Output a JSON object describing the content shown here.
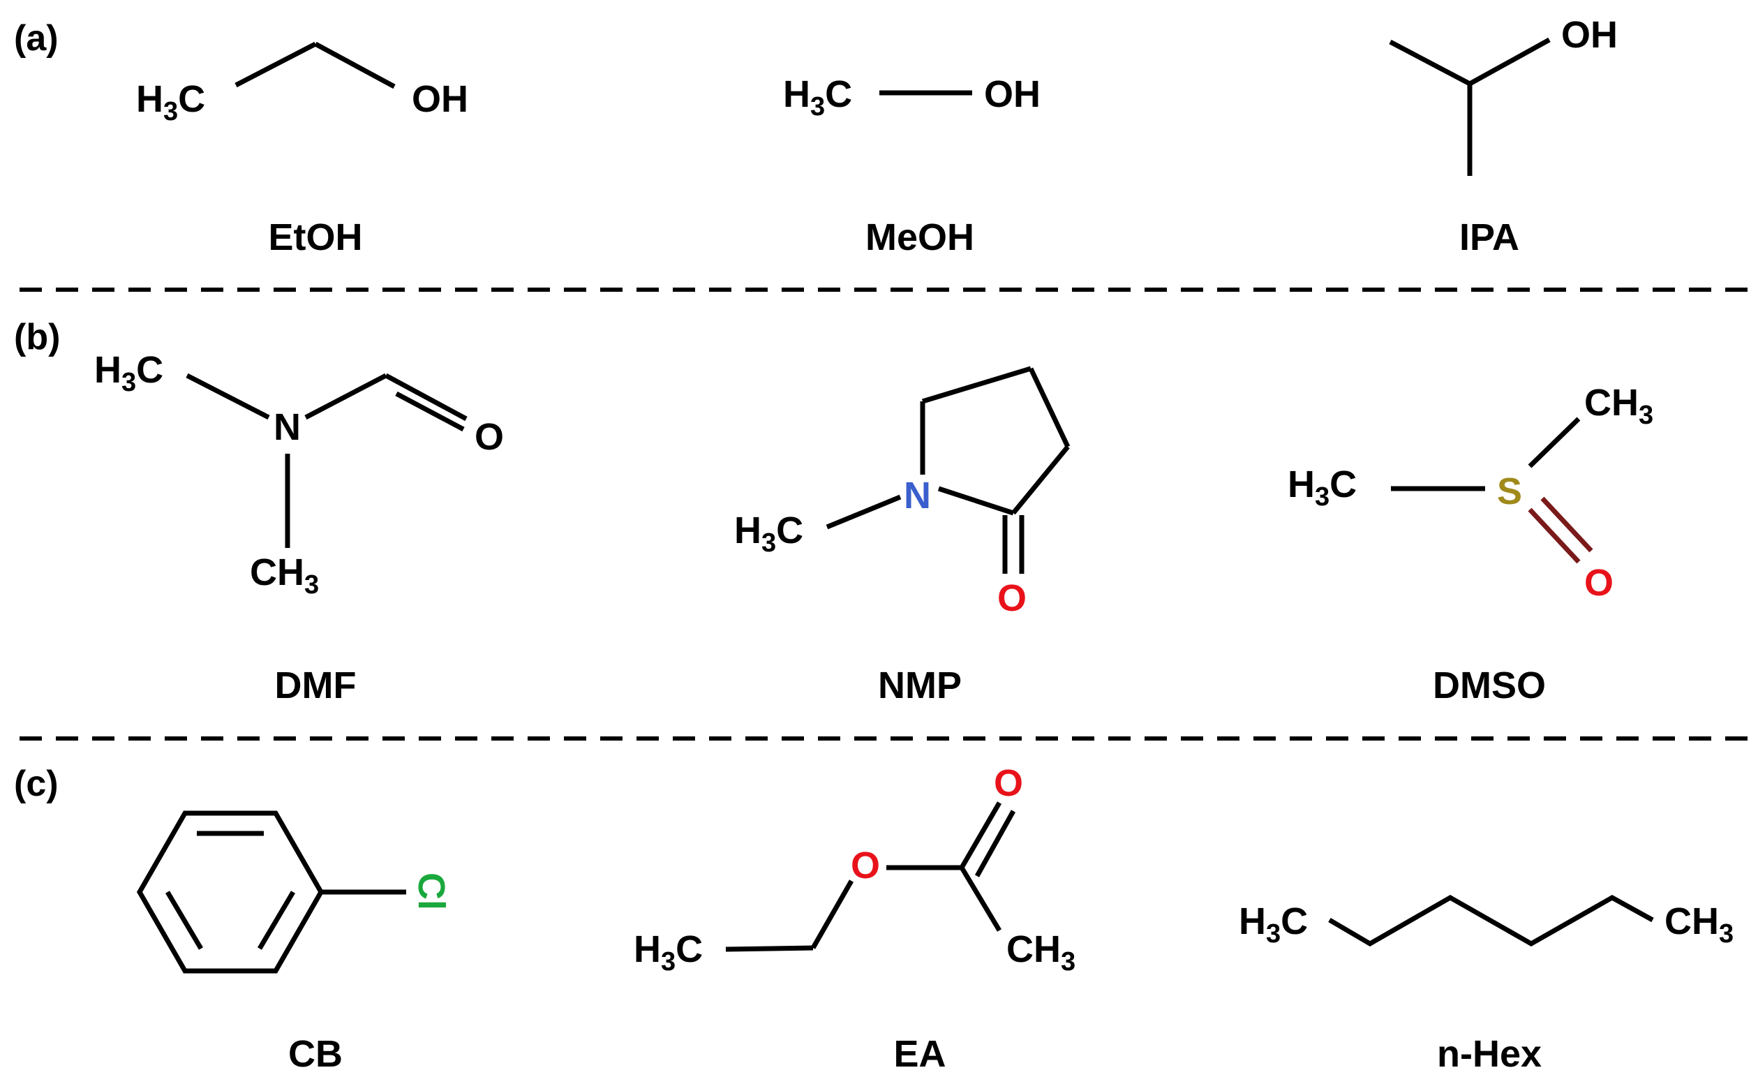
{
  "panels": {
    "a": "(a)",
    "b": "(b)",
    "c": "(c)"
  },
  "names": {
    "etoh": "EtOH",
    "meoh": "MeOH",
    "ipa": "IPA",
    "dmf": "DMF",
    "nmp": "NMP",
    "dmso": "DMSO",
    "cb": "CB",
    "ea": "EA",
    "nhex": "n-Hex"
  },
  "atoms": {
    "h": "H",
    "c": "C",
    "n": "N",
    "o": "O",
    "s": "S",
    "cl": "Cl",
    "oh": "OH",
    "sub3": "3"
  },
  "colors": {
    "nitrogen": "#3a5fcd",
    "oxygen": "#e8121a",
    "sulfur": "#a08a1c",
    "chlorine": "#1aa83c",
    "bond": "#000000"
  }
}
